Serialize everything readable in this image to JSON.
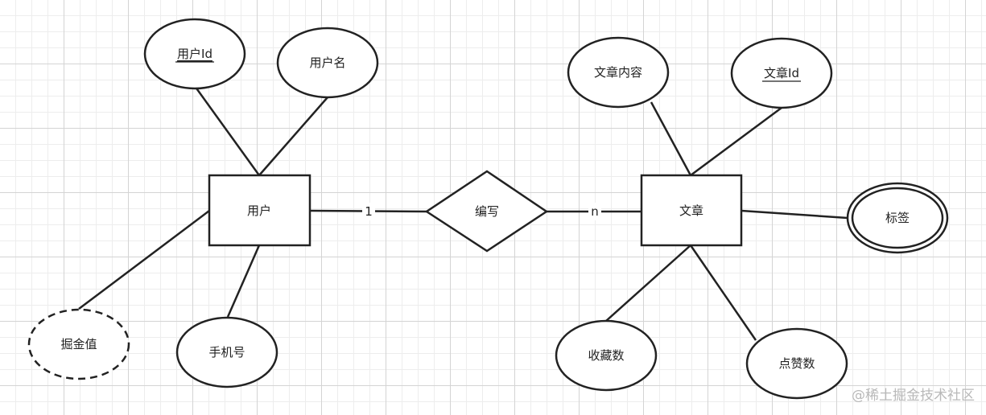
{
  "entities": {
    "user": "用户",
    "article": "文章"
  },
  "relationship": {
    "label": "编写",
    "card_left": "1",
    "card_right": "n"
  },
  "attributes": {
    "user_id": "用户Id",
    "username": "用户名",
    "juejin_value": "掘金值",
    "phone": "手机号",
    "article_content": "文章内容",
    "article_id": "文章Id",
    "tags": "标签",
    "favorites": "收藏数",
    "likes": "点赞数"
  },
  "watermark": "@稀土掘金技术社区"
}
